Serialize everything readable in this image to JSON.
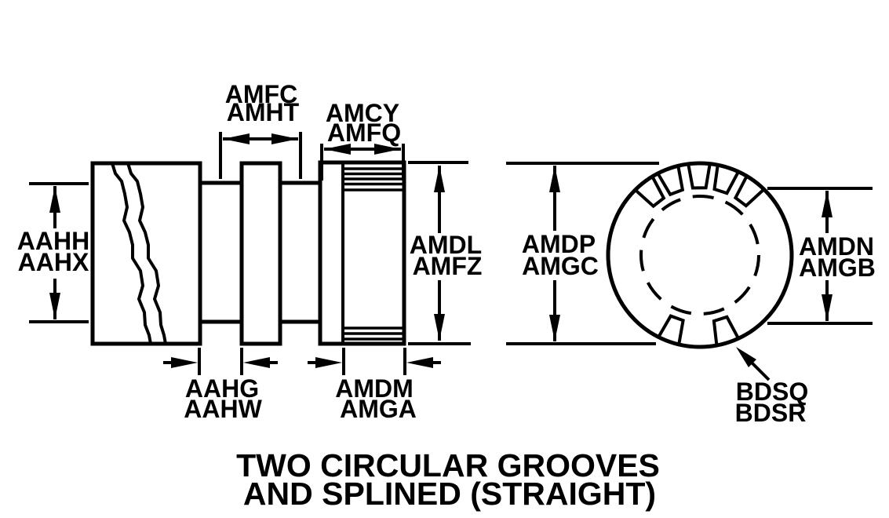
{
  "figure": {
    "background_color": "#ffffff",
    "line_color": "#000000",
    "title_line_1": "TWO CIRCULAR GROOVES",
    "title_line_2": "AND SPLINED (STRAIGHT)",
    "dimensions": {
      "shaft_groove_diameter": {
        "codes": [
          "AAHH",
          "AAHX"
        ]
      },
      "groove_spacing": {
        "codes": [
          "AMFC",
          "AMHT"
        ]
      },
      "splined_end_length_overall": {
        "codes": [
          "AMCY",
          "AMFQ"
        ]
      },
      "splined_end_diameter": {
        "codes": [
          "AMDL",
          "AMFZ"
        ]
      },
      "groove_width": {
        "codes": [
          "AAHG",
          "AAHW"
        ]
      },
      "spline_length": {
        "codes": [
          "AMDM",
          "AMGA"
        ]
      },
      "end_view_outside_diameter": {
        "codes": [
          "AMDP",
          "AMGC"
        ]
      },
      "end_view_minor_diameter": {
        "codes": [
          "AMDN",
          "AMGB"
        ]
      },
      "spline_teeth_callout": {
        "codes": [
          "BDSQ",
          "BDSR"
        ]
      }
    }
  }
}
